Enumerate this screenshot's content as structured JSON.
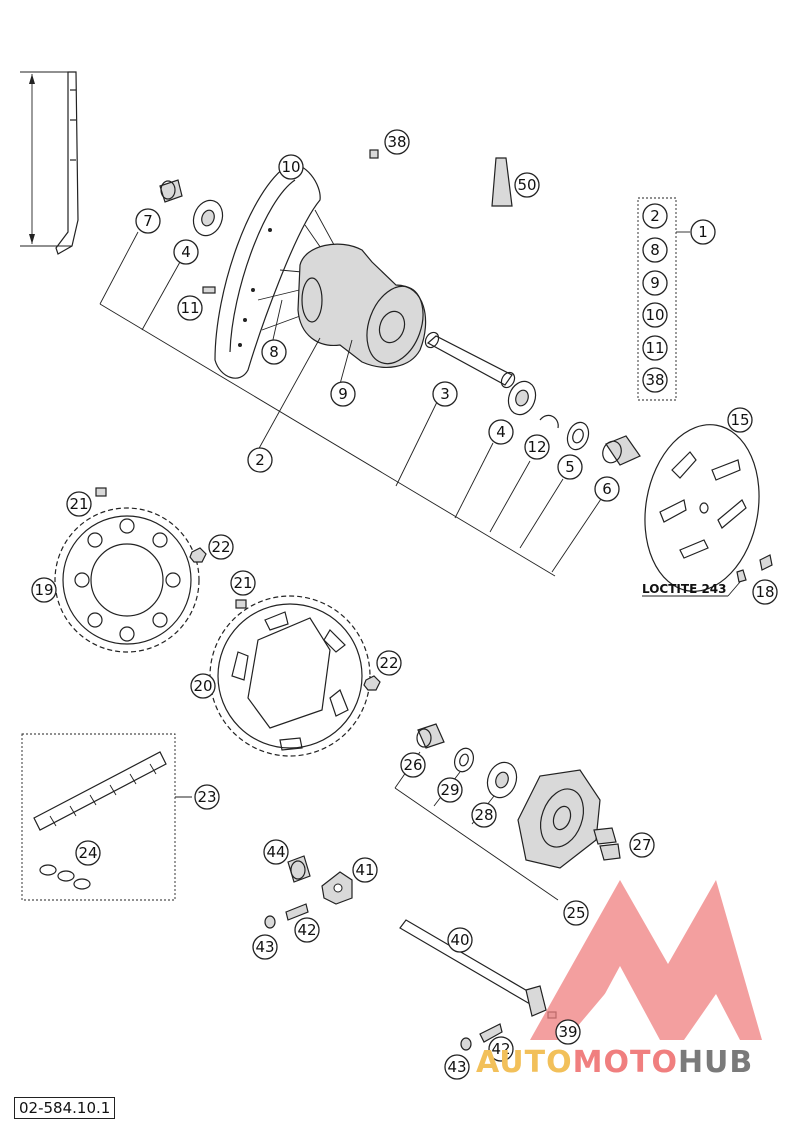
{
  "diagram": {
    "callouts": [
      "1",
      "2",
      "3",
      "4",
      "5",
      "6",
      "7",
      "8",
      "9",
      "10",
      "11",
      "12",
      "15",
      "18",
      "19",
      "20",
      "21",
      "22",
      "23",
      "24",
      "25",
      "26",
      "27",
      "28",
      "29",
      "38",
      "39",
      "40",
      "41",
      "42",
      "43",
      "44",
      "50"
    ],
    "kit_contents": [
      "2",
      "8",
      "9",
      "10",
      "11",
      "38"
    ],
    "note": "LOCTITE 243",
    "document_code": "02-584.10.1"
  },
  "watermark": {
    "part1": "AUTO",
    "part2": "MOTO",
    "part3": "HUB",
    "colors": {
      "auto": "#f2c05a",
      "moto": "#f07f7f",
      "hub": "#7a7a7a",
      "logo": "#f08080"
    }
  }
}
